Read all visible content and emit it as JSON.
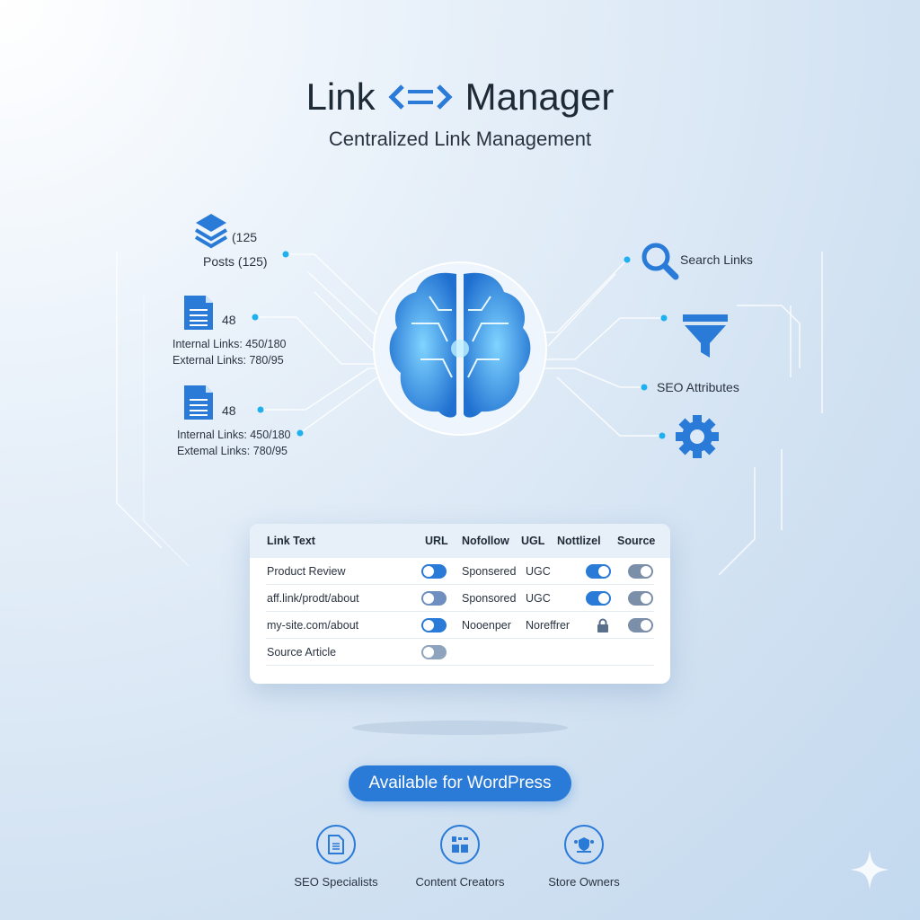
{
  "header": {
    "title_left": "Link",
    "title_right": "Manager",
    "subtitle": "Centralized Link Management"
  },
  "left_panel": {
    "posts_count": "(125",
    "posts_label": "Posts (125)",
    "doc1": {
      "count": "48",
      "internal": "Internal Links: 450/180",
      "external": "External Links: 780/95"
    },
    "doc2": {
      "count": "48",
      "internal": "Internal Links: 450/180",
      "external": "Extemal Links: 780/95"
    }
  },
  "right_panel": {
    "search": "Search Links",
    "seo": "SEO Attributes"
  },
  "table": {
    "headers": [
      "Link Text",
      "URL",
      "Nofollow",
      "UGL",
      "Nottlizel",
      "Source"
    ],
    "rows": [
      {
        "text": "Product Review",
        "url_toggle": "on",
        "nofollow": "Sponsered",
        "ugl": "UGC",
        "nottlizel": "on",
        "source": "on"
      },
      {
        "text": "aff.link/prodt/about",
        "url_toggle": "off",
        "nofollow": "Sponsored",
        "ugl": "UGC",
        "nottlizel": "on",
        "source": "on"
      },
      {
        "text": "my-site.com/about",
        "url_toggle": "on",
        "nofollow": "Nooenper",
        "ugl": "Noreffrer",
        "nottlizel": "lock",
        "source": "on"
      },
      {
        "text": "Source Article",
        "url_toggle": "off"
      }
    ]
  },
  "cta": "Available for WordPress",
  "audience": [
    "SEO Specialists",
    "Content Creators",
    "Store Owners"
  ],
  "colors": {
    "accent": "#2a7ad8",
    "title": "#1f2a37",
    "toggle_grey": "#7b8fa8"
  }
}
